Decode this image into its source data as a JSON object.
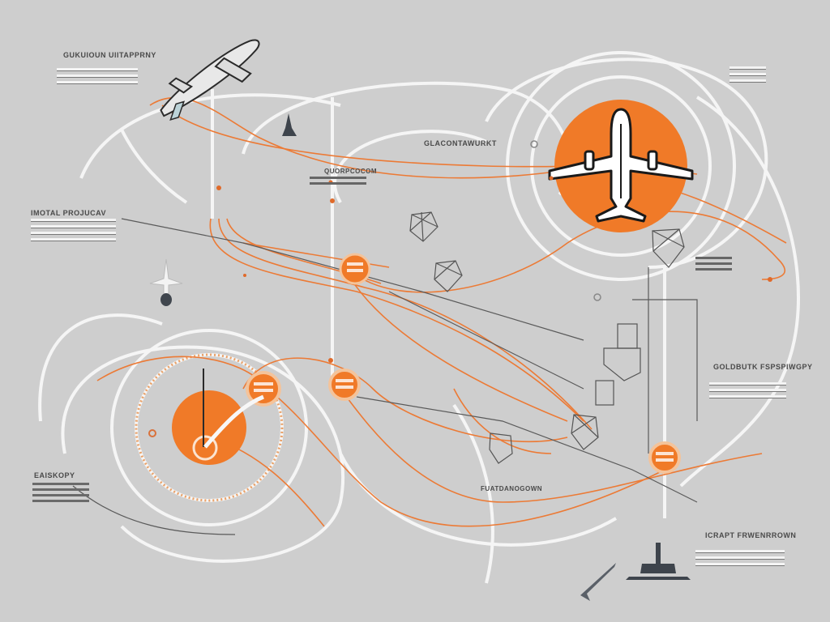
{
  "illustration": {
    "subject": "flight routes network between airports",
    "palette": {
      "background": "#cecece",
      "accent_orange": "#f07a28",
      "route_white": "#f5f5f5",
      "line_dark": "#444444"
    }
  },
  "labels": [
    {
      "id": "top-left",
      "text": "GUKUIOUN UIITAPPRNY"
    },
    {
      "id": "top-center",
      "text": "GLACONTAWURKT"
    },
    {
      "id": "upper-center",
      "text": "QUORPCOCOM"
    },
    {
      "id": "left-mid",
      "text": "IMOTAL PROJUCAV"
    },
    {
      "id": "right-mid",
      "text": "GOLDBUTK FSPSPIWGPY"
    },
    {
      "id": "bottom-left",
      "text": "EAISKOPY"
    },
    {
      "id": "bottom-center",
      "text": "FUATDANOGOWN"
    },
    {
      "id": "bottom-right",
      "text": "ICRAPT FRWENRROWN"
    }
  ],
  "icons": [
    "airplane-badge-icon",
    "airplane-flying-icon",
    "airplane-small-topdown-icon",
    "airplane-tail-icon",
    "control-tower-icon",
    "location-pin-icon",
    "radar-target-icon"
  ]
}
